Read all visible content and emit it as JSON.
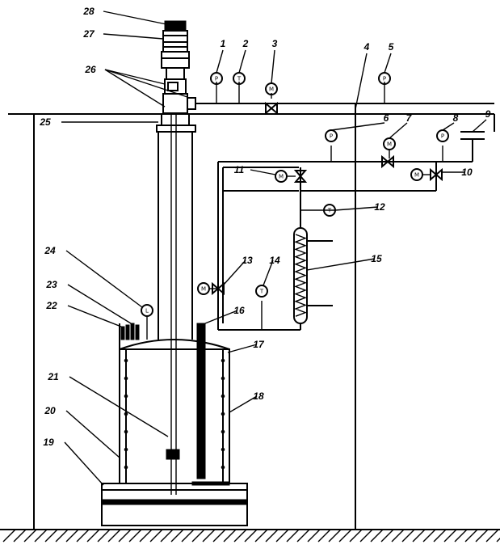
{
  "labels": [
    {
      "id": "1",
      "text": "1"
    },
    {
      "id": "2",
      "text": "2"
    },
    {
      "id": "3",
      "text": "3"
    },
    {
      "id": "4",
      "text": "4"
    },
    {
      "id": "5",
      "text": "5"
    },
    {
      "id": "6",
      "text": "6"
    },
    {
      "id": "7",
      "text": "7"
    },
    {
      "id": "8",
      "text": "8"
    },
    {
      "id": "9",
      "text": "9"
    },
    {
      "id": "10",
      "text": "10"
    },
    {
      "id": "11",
      "text": "11"
    },
    {
      "id": "12",
      "text": "12"
    },
    {
      "id": "13",
      "text": "13"
    },
    {
      "id": "14",
      "text": "14"
    },
    {
      "id": "15",
      "text": "15"
    },
    {
      "id": "16",
      "text": "16"
    },
    {
      "id": "17",
      "text": "17"
    },
    {
      "id": "18",
      "text": "18"
    },
    {
      "id": "19",
      "text": "19"
    },
    {
      "id": "20",
      "text": "20"
    },
    {
      "id": "21",
      "text": "21"
    },
    {
      "id": "22",
      "text": "22"
    },
    {
      "id": "23",
      "text": "23"
    },
    {
      "id": "24",
      "text": "24"
    },
    {
      "id": "25",
      "text": "25"
    },
    {
      "id": "26",
      "text": "26"
    },
    {
      "id": "27",
      "text": "27"
    },
    {
      "id": "28",
      "text": "28"
    }
  ],
  "gauges": {
    "g1": "P",
    "g2": "T",
    "g3": "M",
    "g5": "P",
    "g6": "P",
    "g7": "M",
    "g8": "P",
    "g10": "M",
    "g11": "M",
    "g12": "T",
    "g13": "M",
    "g14": "T",
    "g24": "L"
  }
}
